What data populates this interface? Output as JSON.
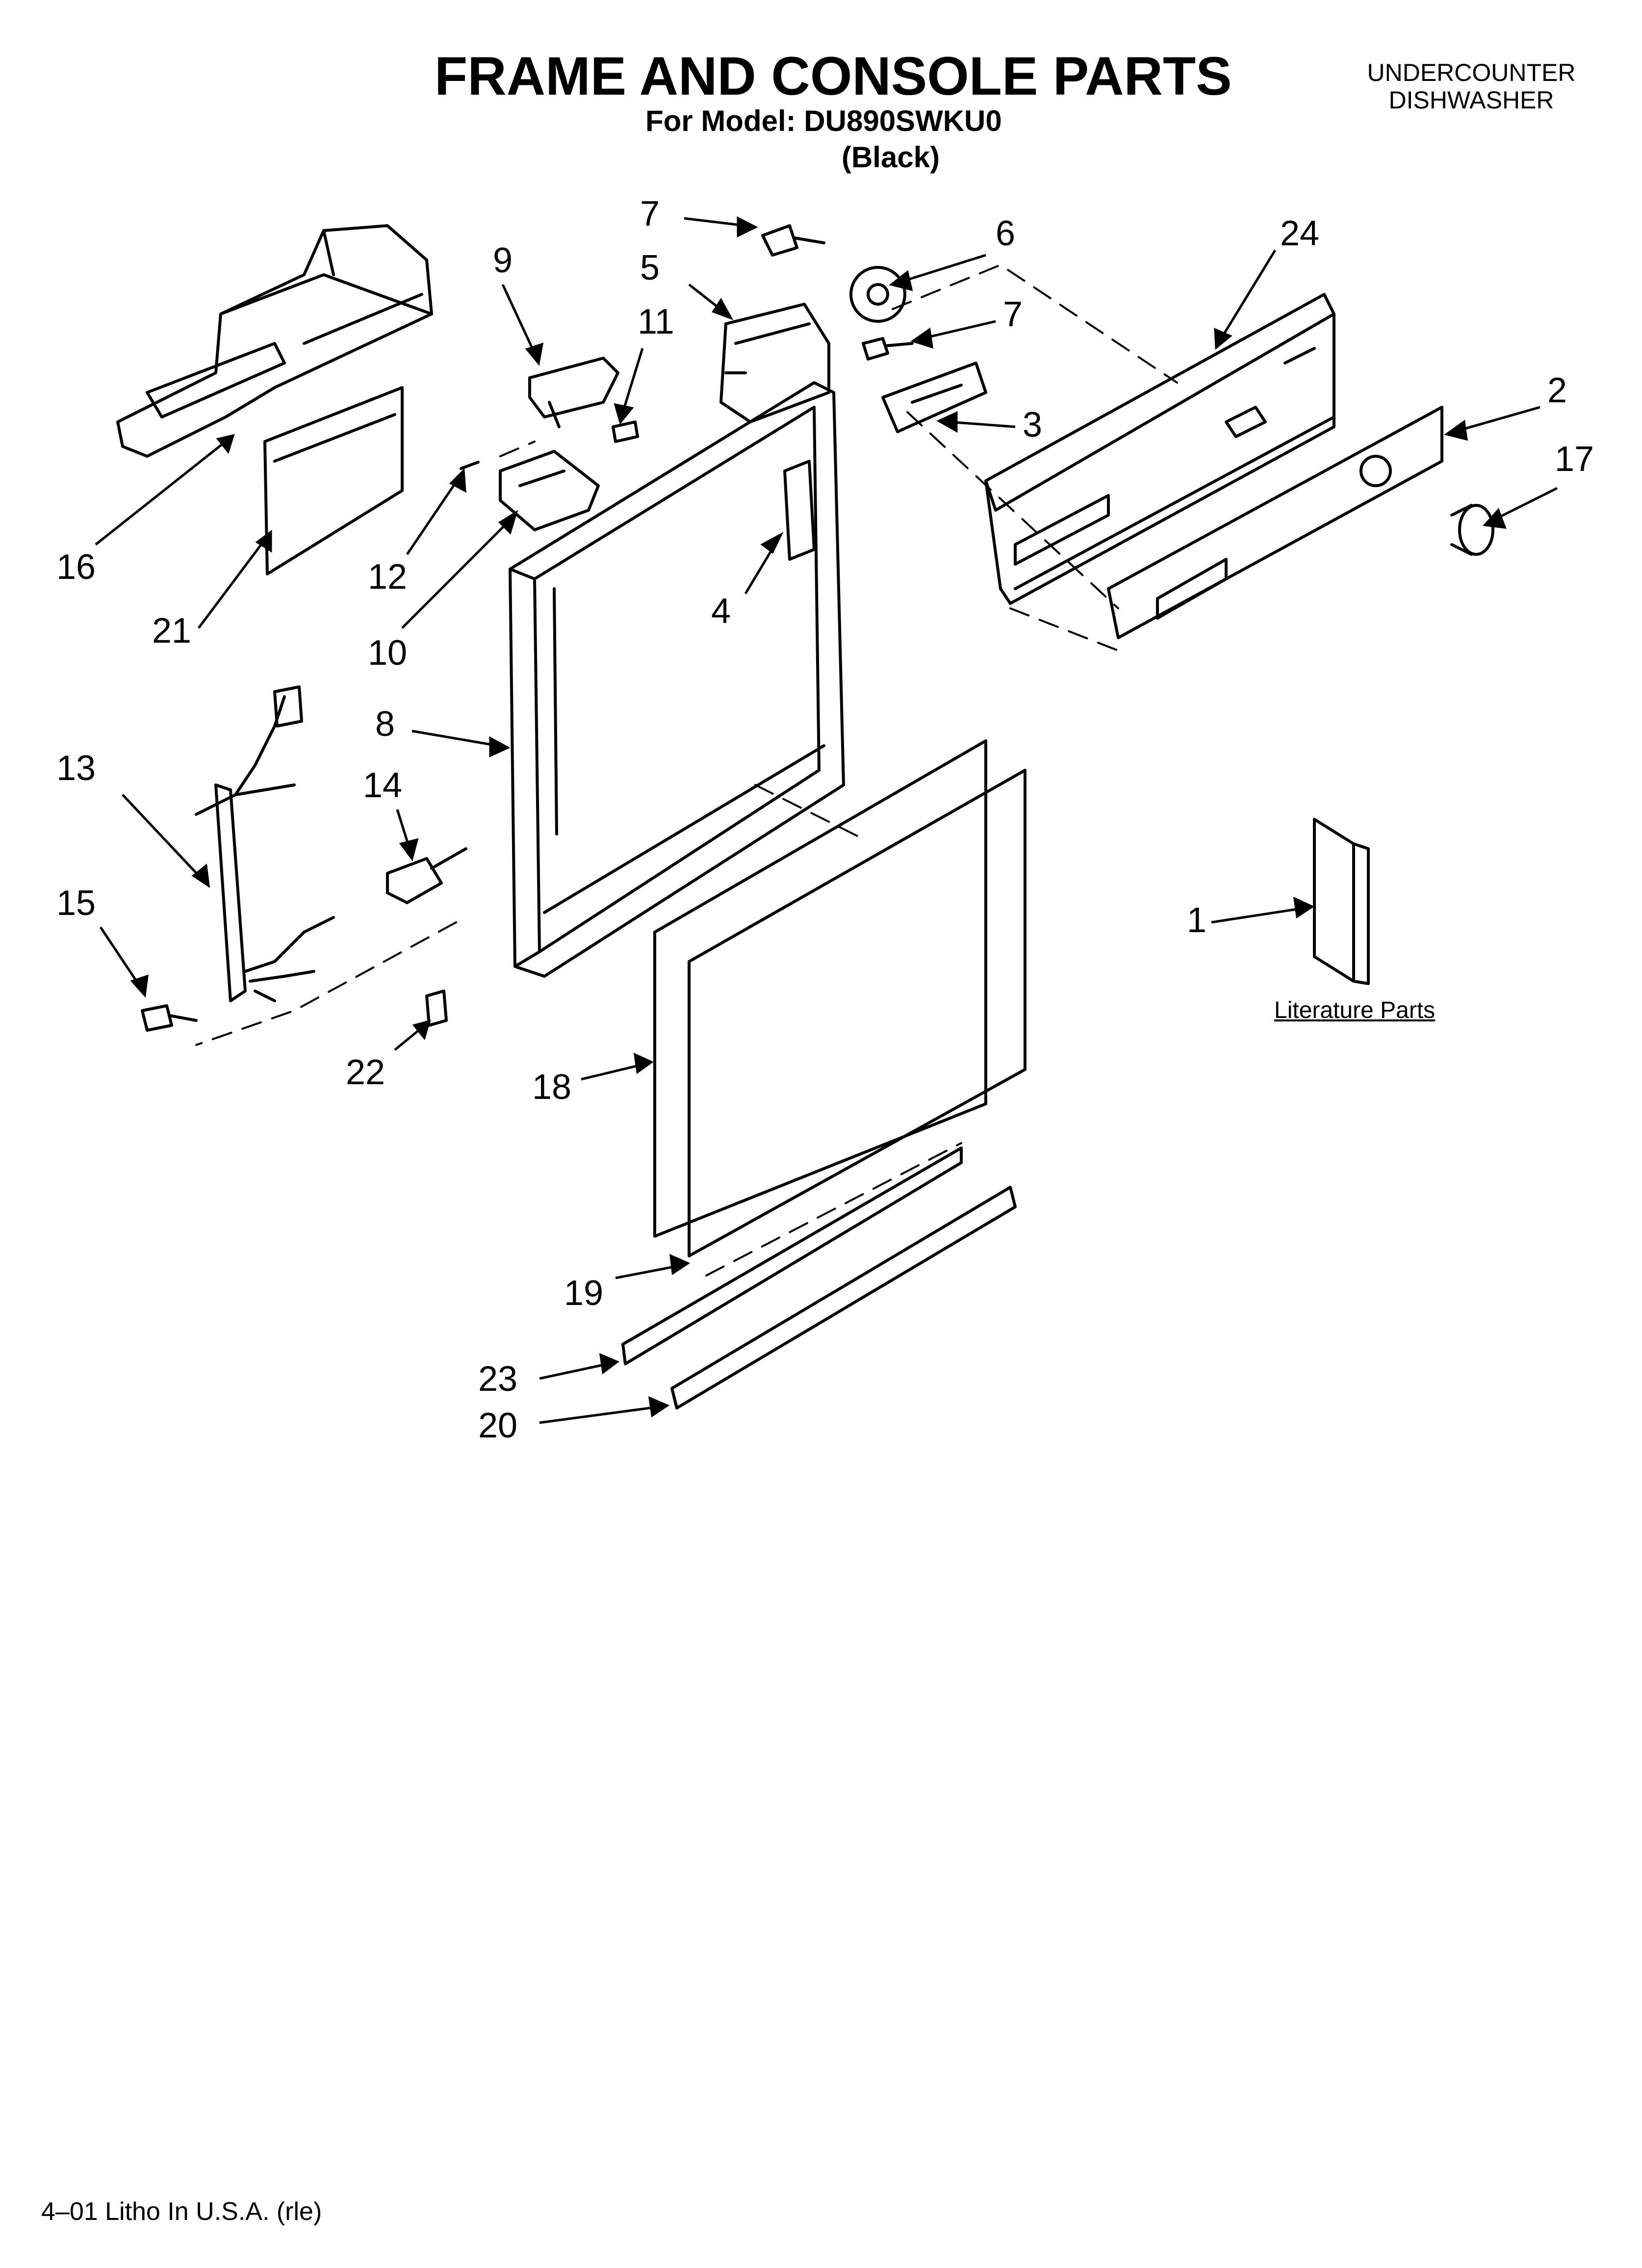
{
  "header": {
    "title": "FRAME AND CONSOLE PARTS",
    "model_line": "For Model: DU890SWKU0",
    "color_line": "(Black)",
    "corner_line1": "UNDERCOUNTER",
    "corner_line2": "DISHWASHER"
  },
  "literature_label": "Literature Parts",
  "footer": "4–01 Litho In U.S.A. (rle)",
  "callouts": [
    "1",
    "2",
    "3",
    "4",
    "5",
    "6",
    "7",
    "7",
    "8",
    "9",
    "10",
    "11",
    "12",
    "13",
    "14",
    "15",
    "16",
    "17",
    "18",
    "19",
    "20",
    "21",
    "22",
    "23",
    "24"
  ]
}
